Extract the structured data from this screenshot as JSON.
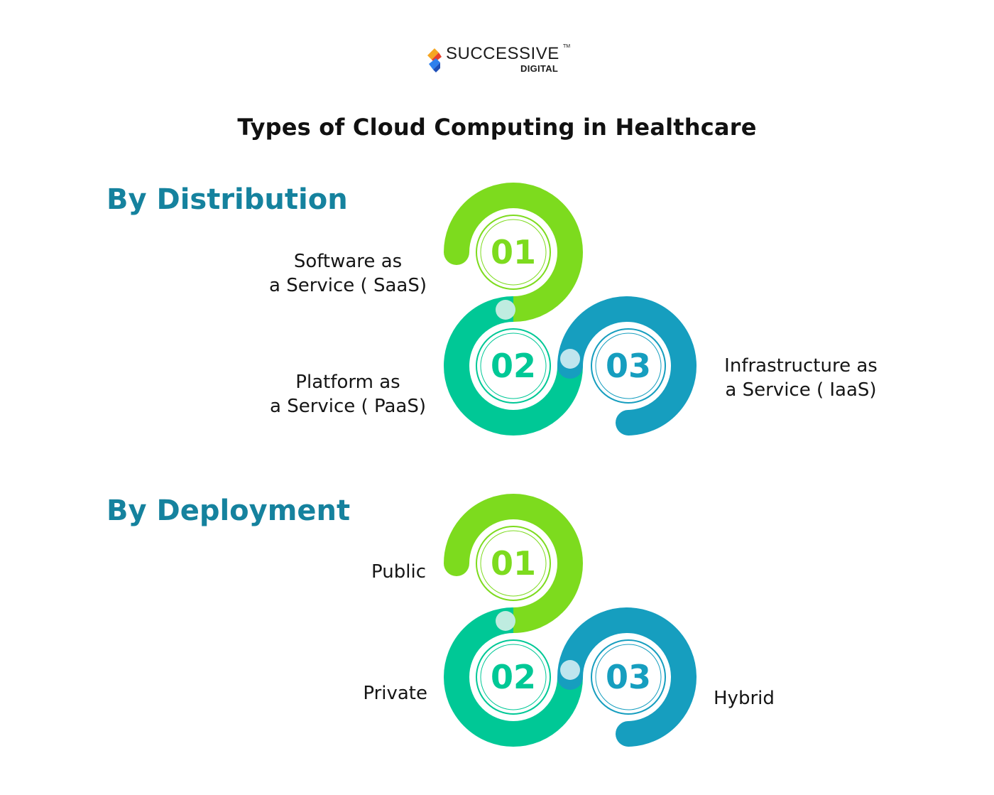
{
  "logo": {
    "word": "SUCCESSIVE",
    "tm": "TM",
    "sub": "DIGITAL"
  },
  "title": "Types of Cloud Computing in Healthcare",
  "colors": {
    "green": "#7ddb1e",
    "teal": "#00c896",
    "blue": "#169ebf",
    "heading": "#15829e"
  },
  "sections": [
    {
      "heading": "By Distribution",
      "steps": [
        {
          "num": "01",
          "line1": "Software as",
          "line2": "a Service ( SaaS)"
        },
        {
          "num": "02",
          "line1": "Platform as",
          "line2": "a Service ( PaaS)"
        },
        {
          "num": "03",
          "line1": "Infrastructure as",
          "line2": "a Service ( IaaS)"
        }
      ]
    },
    {
      "heading": "By Deployment",
      "steps": [
        {
          "num": "01",
          "line1": "Public"
        },
        {
          "num": "02",
          "line1": "Private"
        },
        {
          "num": "03",
          "line1": "Hybrid"
        }
      ]
    }
  ]
}
